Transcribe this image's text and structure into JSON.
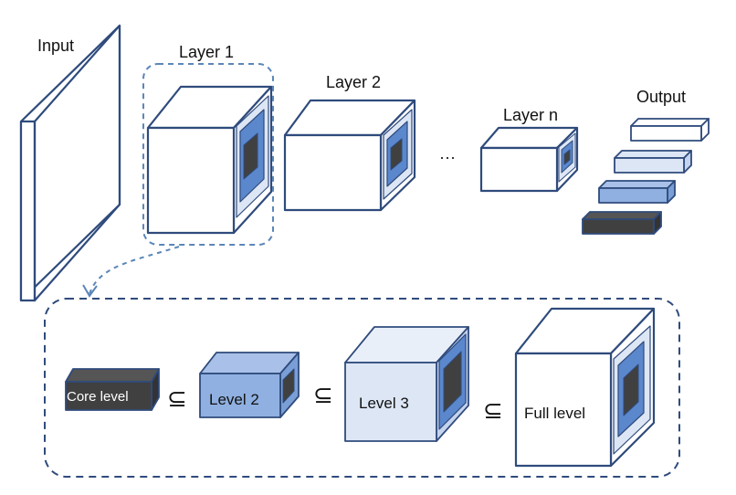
{
  "top_row": {
    "input_label": "Input",
    "layer1_label": "Layer 1",
    "layer2_label": "Layer 2",
    "ellipsis": "···",
    "layern_label": "Layer n",
    "output_label": "Output"
  },
  "bottom_row": {
    "core_label": "Core level",
    "subset_1": "⊆",
    "level2_label": "Level 2",
    "subset_2": "⊆",
    "level3_label": "Level 3",
    "subset_3": "⊆",
    "full_label": "Full level"
  },
  "colors": {
    "stroke": "#2f4b7c",
    "dashed": "#5b86b8",
    "light_fill": "#dde6f5",
    "mid_fill": "#8fb0e0",
    "inner_fill": "#5b87cc",
    "dark_fill": "#404040"
  }
}
